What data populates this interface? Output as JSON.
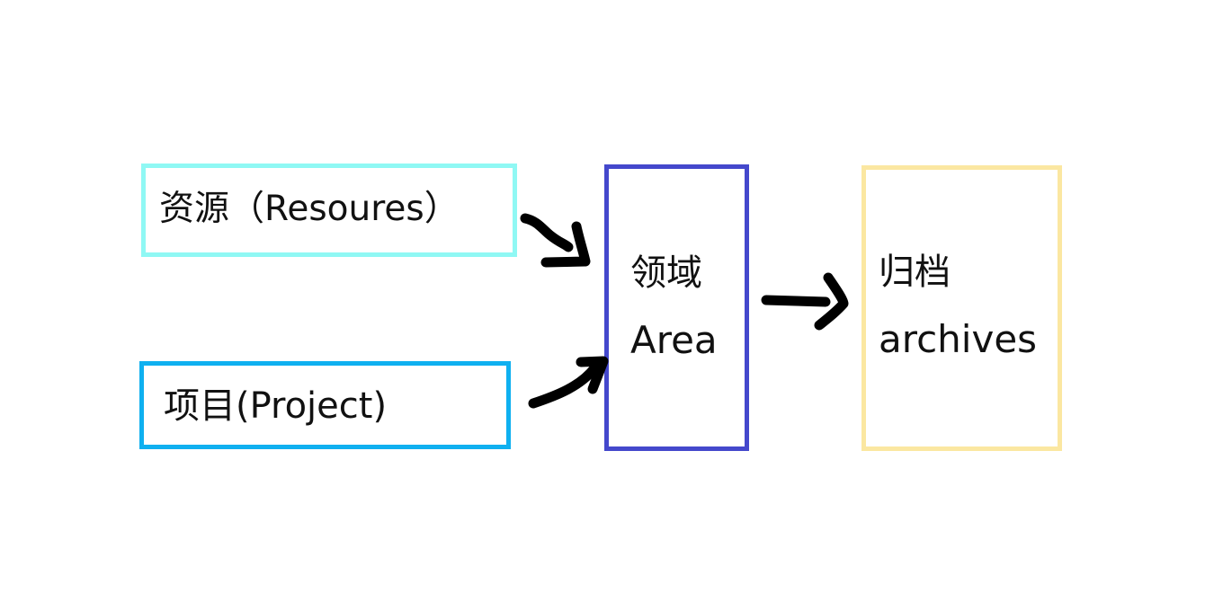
{
  "diagram": {
    "nodes": [
      {
        "id": "resources",
        "label": "资源（Resoures）",
        "border_color": "#8ff8f4"
      },
      {
        "id": "project",
        "label": "项目(Project)",
        "border_color": "#0fb0f0"
      },
      {
        "id": "area",
        "label_cn": "领域",
        "label_en": "Area",
        "border_color": "#4448cc"
      },
      {
        "id": "archives",
        "label_cn": "归档",
        "label_en": "archives",
        "border_color": "#fbe7a1"
      }
    ],
    "edges": [
      {
        "from": "resources",
        "to": "area",
        "style": "hand-drawn arrow"
      },
      {
        "from": "project",
        "to": "area",
        "style": "hand-drawn arrow"
      },
      {
        "from": "area",
        "to": "archives",
        "style": "hand-drawn arrow"
      }
    ],
    "arrow_color": "#000000"
  }
}
